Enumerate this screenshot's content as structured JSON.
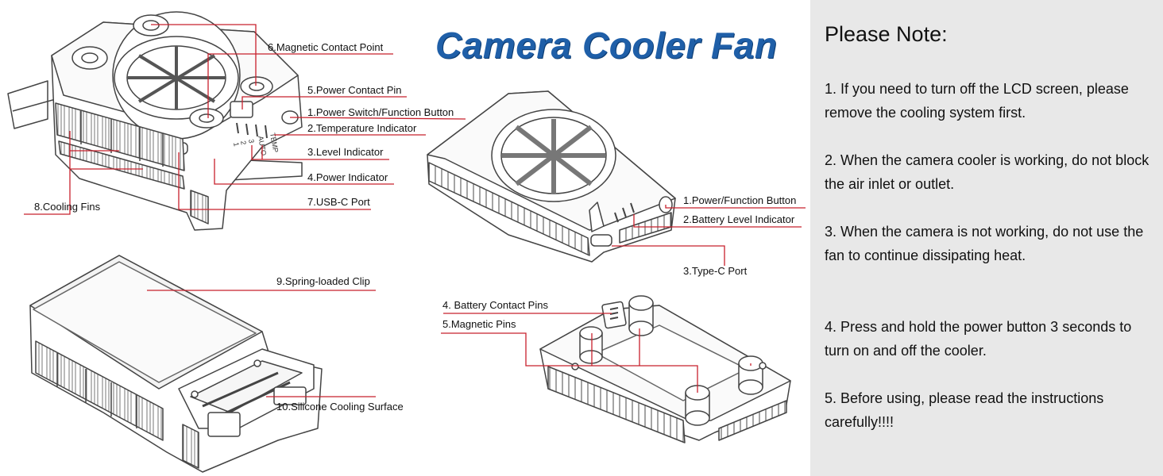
{
  "title": "Camera Cooler Fan",
  "labels": {
    "top_left": {
      "magnetic_contact_point": "6.Magnetic Contact Point",
      "power_contact_pin": "5.Power Contact Pin",
      "power_switch": "1.Power Switch/Function Button",
      "temperature_indicator": "2.Temperature Indicator",
      "level_indicator": "3.Level Indicator",
      "power_indicator": "4.Power Indicator",
      "usb_c_port": "7.USB-C Port",
      "cooling_fins": "8.Cooling Fins"
    },
    "top_right": {
      "power_function_button": "1.Power/Function Button",
      "battery_level_indicator": "2.Battery Level Indicator",
      "type_c_port": "3.Type-C Port"
    },
    "bottom_left": {
      "spring_loaded_clip": "9.Spring-loaded Clip",
      "silicone_cooling_surface": "10.Silicone Cooling Surface"
    },
    "bottom_right": {
      "battery_contact_pins": "4. Battery Contact Pins",
      "magnetic_pins": "5.Magnetic Pins"
    }
  },
  "device_markings": {
    "temp": "TEMP",
    "auto": "AUTO",
    "n1": "1",
    "n2": "2",
    "n3": "3"
  },
  "notes": {
    "heading": "Please Note:",
    "items": [
      "1. If you need to turn off the LCD screen, please remove the cooling system first.",
      "2. When the camera cooler is working, do not block the air inlet or outlet.",
      "3. When the camera is not working, do not use the fan to continue dissipating heat.",
      "4. Press and hold the power button 3 seconds to turn on and off the cooler.",
      "5. Before using, please read the instructions carefully!!!!"
    ]
  },
  "colors": {
    "callout_line": "#c8202c",
    "title": "#1f5fa8",
    "note_panel": "#e8e8e8"
  }
}
